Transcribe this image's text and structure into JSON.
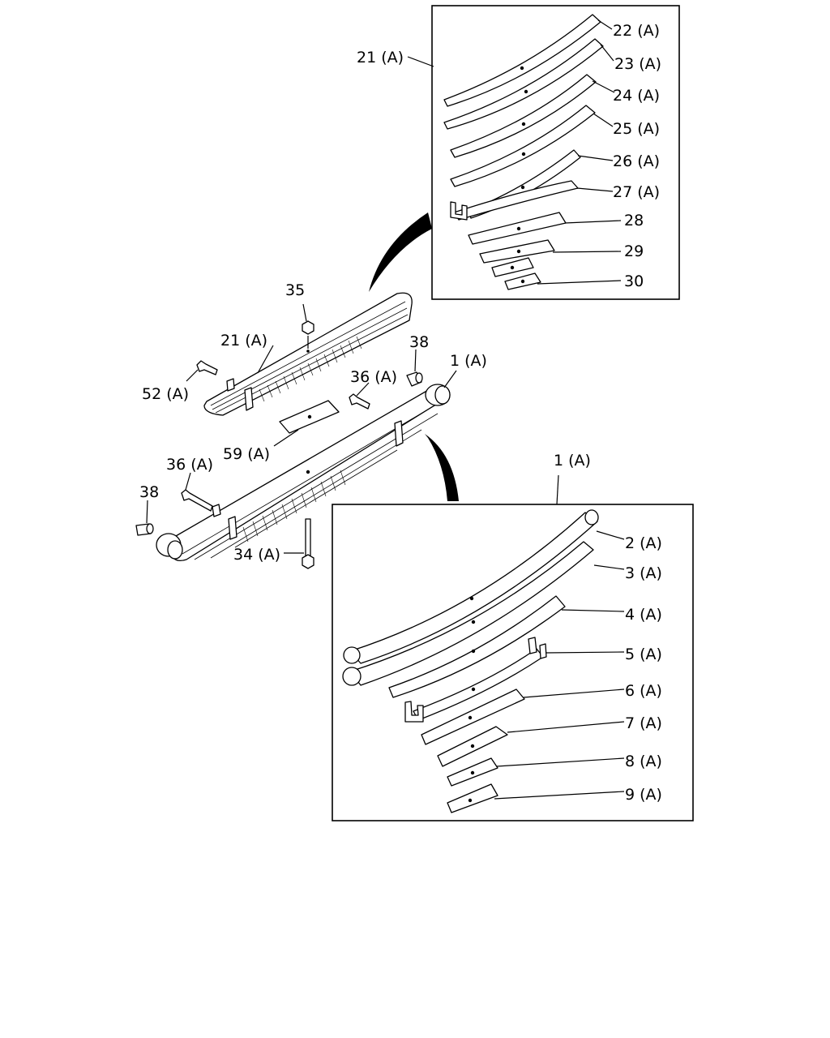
{
  "callouts": {
    "c_22a": "22 (A)",
    "c_23a": "23 (A)",
    "c_24a": "24 (A)",
    "c_25a": "25 (A)",
    "c_26a": "26 (A)",
    "c_27a": "27 (A)",
    "c_28": "28",
    "c_29": "29",
    "c_30": "30",
    "c_21a_inset": "21 (A)",
    "c_35": "35",
    "c_21a": "21 (A)",
    "c_38_top": "38",
    "c_1a": "1 (A)",
    "c_52a": "52 (A)",
    "c_36a_top": "36 (A)",
    "c_59a": "59 (A)",
    "c_36a_bottom": "36 (A)",
    "c_38_bottom": "38",
    "c_34a": "34 (A)",
    "c_1a_inset": "1 (A)",
    "c_2a": "2 (A)",
    "c_3a": "3 (A)",
    "c_4a": "4 (A)",
    "c_5a": "5 (A)",
    "c_6a": "6 (A)",
    "c_7a": "7 (A)",
    "c_8a": "8 (A)",
    "c_9a": "9 (A)"
  }
}
